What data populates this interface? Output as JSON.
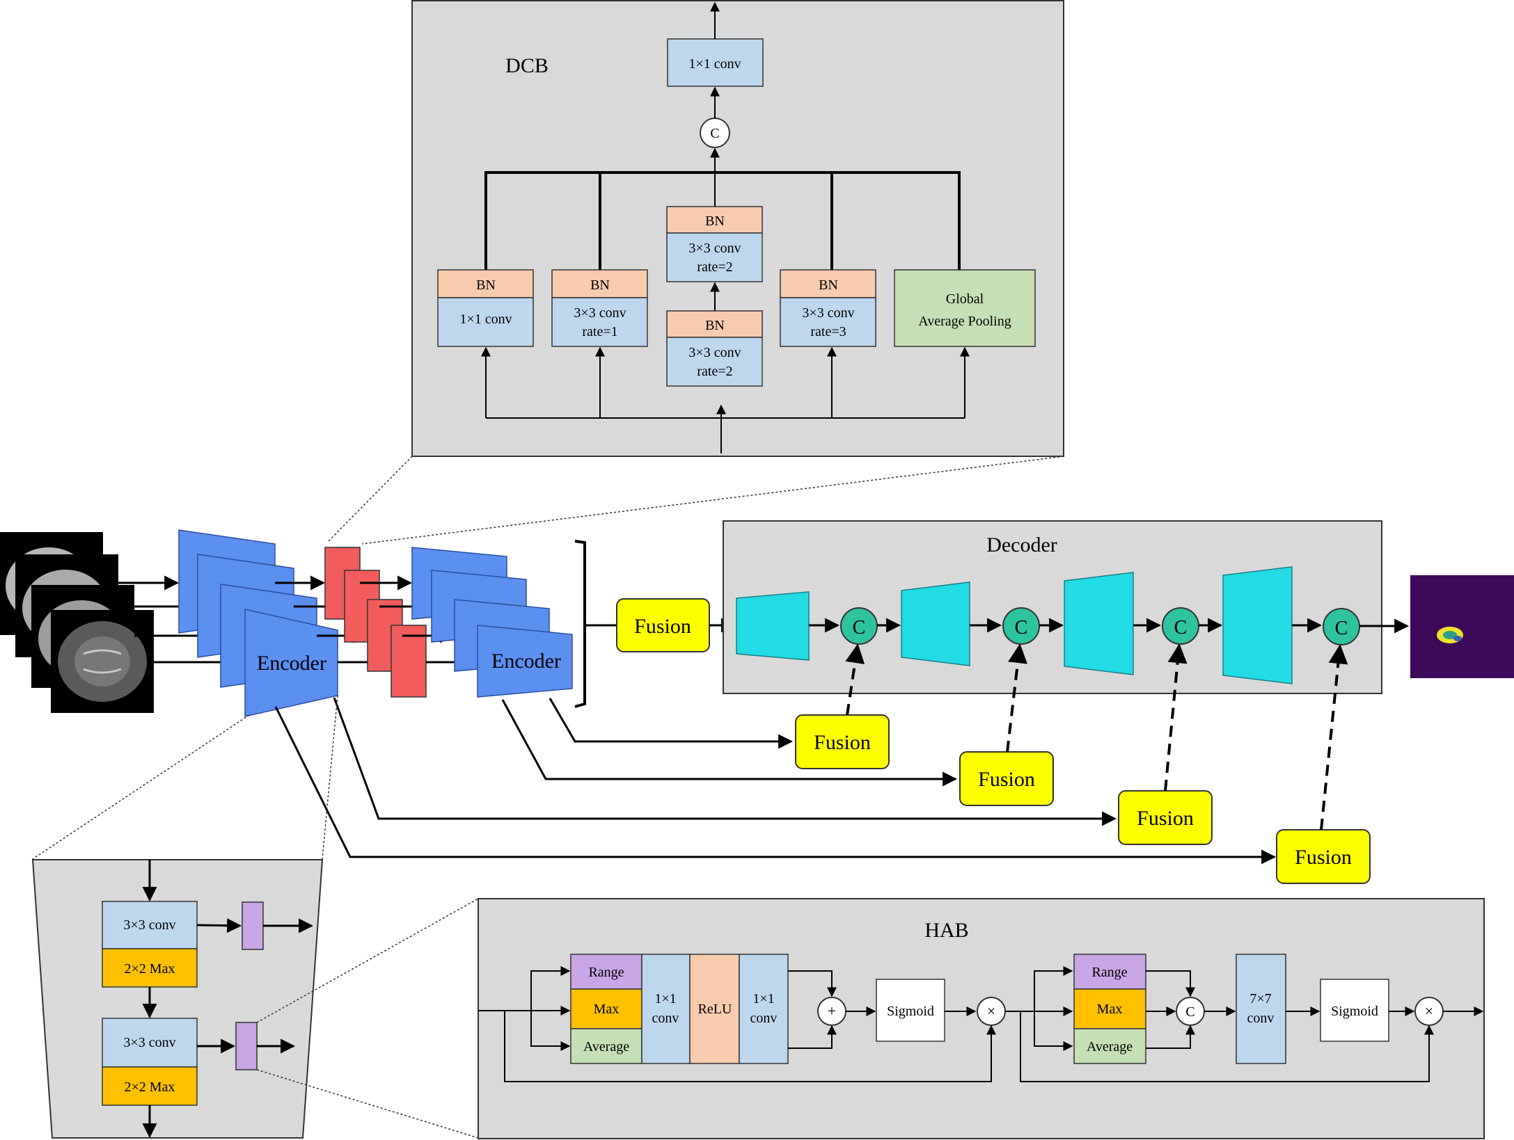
{
  "colors": {
    "panel": "#d9d9d9",
    "encoder": "#5b8ff0",
    "feature_red": "#f25c5c",
    "decoder_block": "#22dbe3",
    "concat_circle": "#2ec4a0",
    "fusion": "#ffff00",
    "bn": "#f8cbad",
    "conv": "#bdd7ee",
    "gap": "#c5e0b4",
    "max_orange": "#ffc000",
    "range_purple": "#c9a6e6",
    "output_bg": "#3d0a5a"
  },
  "dcb": {
    "title": "DCB",
    "top_conv": "1×1 conv",
    "concat_symbol": "C",
    "bn_label": "BN",
    "branch1": "1×1 conv",
    "branch2_line1": "3×3 conv",
    "branch2_line2": "rate=1",
    "branch3_line1": "3×3 conv",
    "branch3_line2": "rate=2",
    "branch4_line1": "3×3 conv",
    "branch4_line2": "rate=3",
    "gap_line1": "Global",
    "gap_line2": "Average Pooling"
  },
  "main": {
    "encoder_label": "Encoder",
    "fusion_label": "Fusion",
    "decoder_title": "Decoder",
    "concat_symbol": "C"
  },
  "enc_detail": {
    "conv": "3×3 conv",
    "pool": "2×2 Max"
  },
  "hab": {
    "title": "HAB",
    "range": "Range",
    "max": "Max",
    "average": "Average",
    "conv1x1": "1×1",
    "conv_word": "conv",
    "relu": "ReLU",
    "plus": "+",
    "sigmoid": "Sigmoid",
    "times": "×",
    "concat": "C",
    "conv7x7": "7×7"
  }
}
